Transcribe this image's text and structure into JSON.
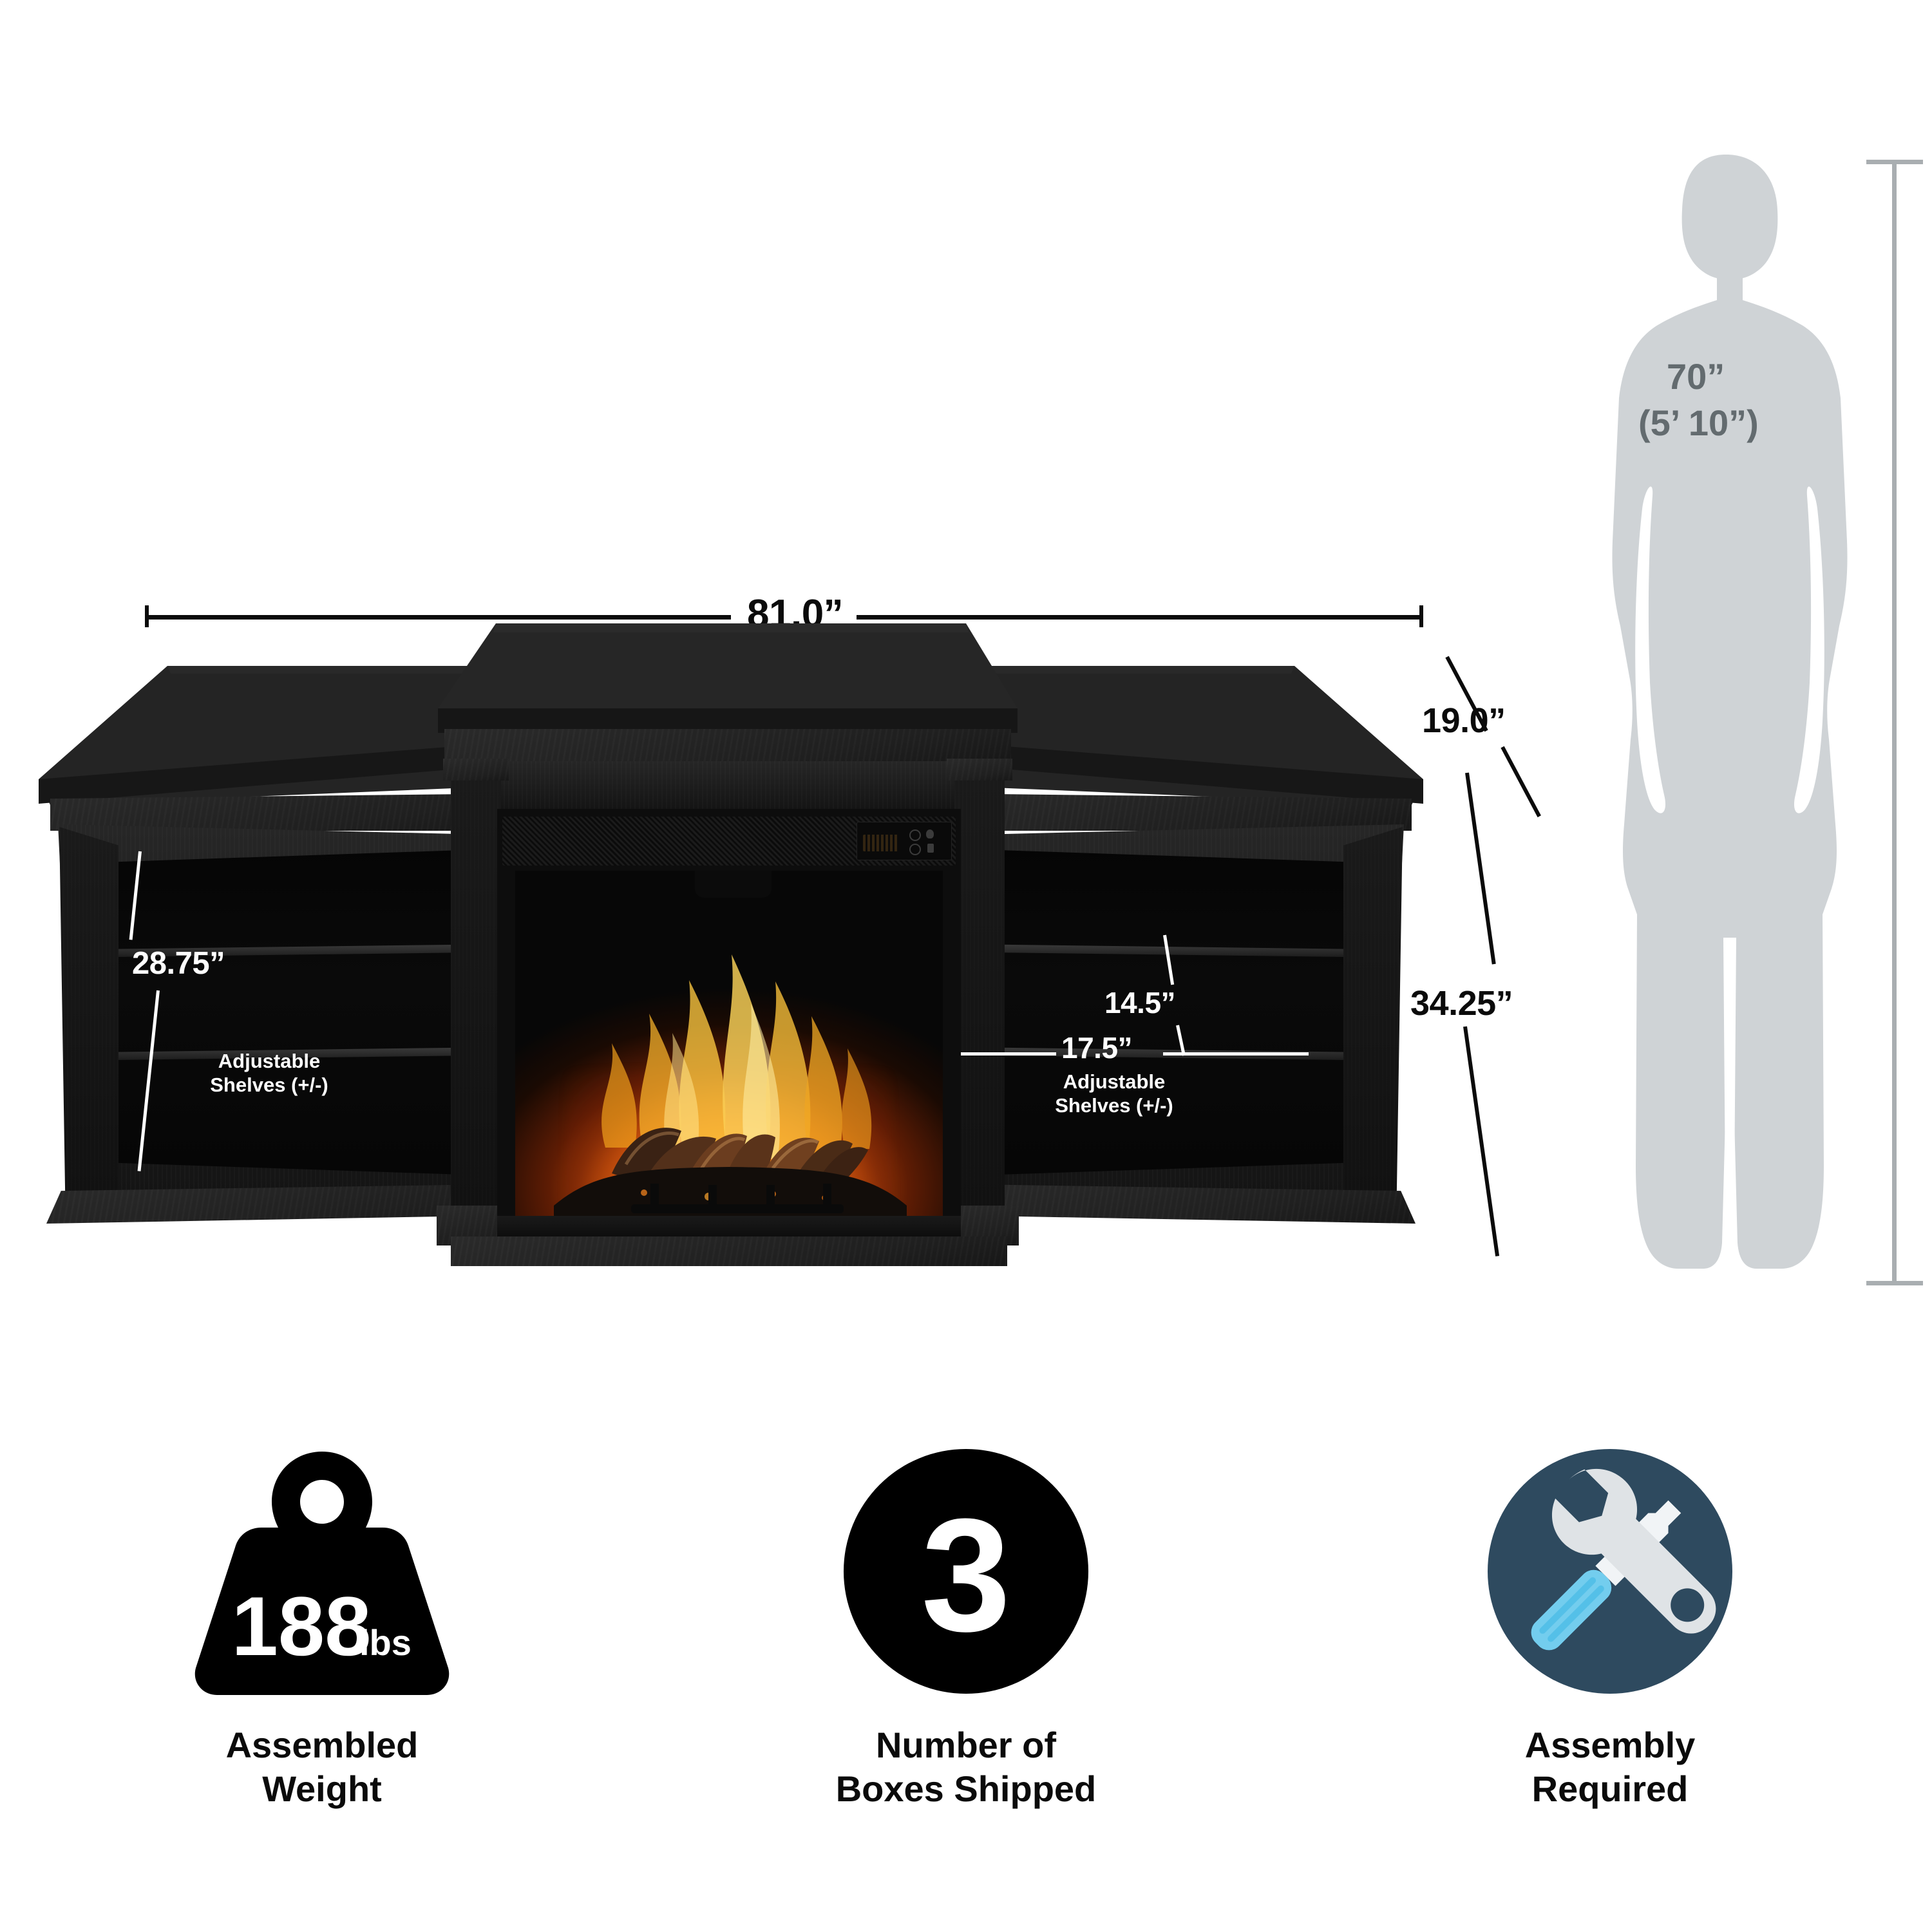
{
  "product": {
    "name": "electric-fireplace-media-console",
    "finish_color": "#1c1c1c"
  },
  "dimensions": {
    "width": {
      "label": "81.0”",
      "value": 81.0,
      "unit": "in",
      "name": "overall-width"
    },
    "depth": {
      "label": "19.0”",
      "value": 19.0,
      "unit": "in",
      "name": "overall-depth"
    },
    "height": {
      "label": "34.25”",
      "value": 34.25,
      "unit": "in",
      "name": "overall-height"
    },
    "left_shelf_height": {
      "label": "28.75”",
      "value": 28.75,
      "unit": "in",
      "name": "left-bay-height"
    },
    "right_shelf_height": {
      "label": "14.5”",
      "value": 14.5,
      "unit": "in",
      "name": "right-shelf-opening-height"
    },
    "right_shelf_width": {
      "label": "17.5”",
      "value": 17.5,
      "unit": "in",
      "name": "right-shelf-opening-width"
    }
  },
  "shelf_notes": {
    "left": {
      "line1": "Adjustable",
      "line2": "Shelves (+/-)"
    },
    "right": {
      "line1": "Adjustable",
      "line2": "Shelves (+/-)"
    }
  },
  "scale_figure": {
    "height_inches_label": "70”",
    "height_feet_label": "(5’ 10”)",
    "silhouette_color": "#cfd3d6",
    "text_color": "#636b6f",
    "ruler_color": "#a9aeb1"
  },
  "badges": [
    {
      "id": "assembled-weight",
      "icon": "weight-icon",
      "value": "188",
      "unit": "lbs",
      "caption_line1": "Assembled",
      "caption_line2": "Weight",
      "color": "#000000"
    },
    {
      "id": "boxes-shipped",
      "icon": "circle-number-icon",
      "value": "3",
      "unit": "",
      "caption_line1": "Number of",
      "caption_line2": "Boxes Shipped",
      "color": "#000000"
    },
    {
      "id": "assembly-required",
      "icon": "wrench-screwdriver-icon",
      "value": "",
      "unit": "",
      "caption_line1": "Assembly",
      "caption_line2": "Required",
      "color": "#2e4a5f",
      "tool_gray": "#dfe3e6",
      "tool_blue": "#73cdee"
    }
  ]
}
